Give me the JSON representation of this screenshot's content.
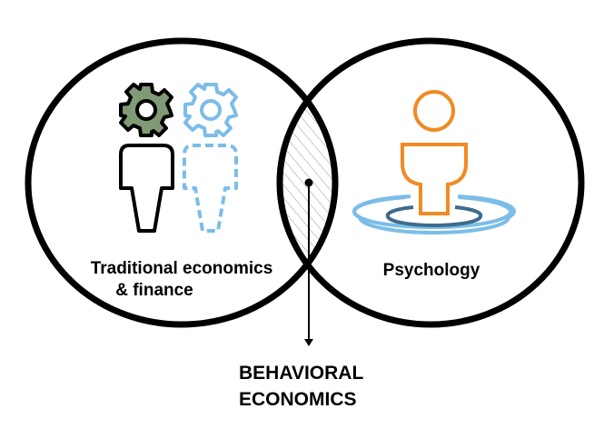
{
  "left_circle": {
    "label_line1": "Traditional economics",
    "label_line2": "& finance"
  },
  "right_circle": {
    "label": "Psychology"
  },
  "intersection": {
    "label_line1": "BEHAVIORAL",
    "label_line2": "ECONOMICS"
  },
  "colors": {
    "outline": "#000000",
    "gear_fill": "#7f9a75",
    "light_blue": "#7cbde8",
    "orange": "#f08a24",
    "dark_blue": "#3e6b8c"
  }
}
